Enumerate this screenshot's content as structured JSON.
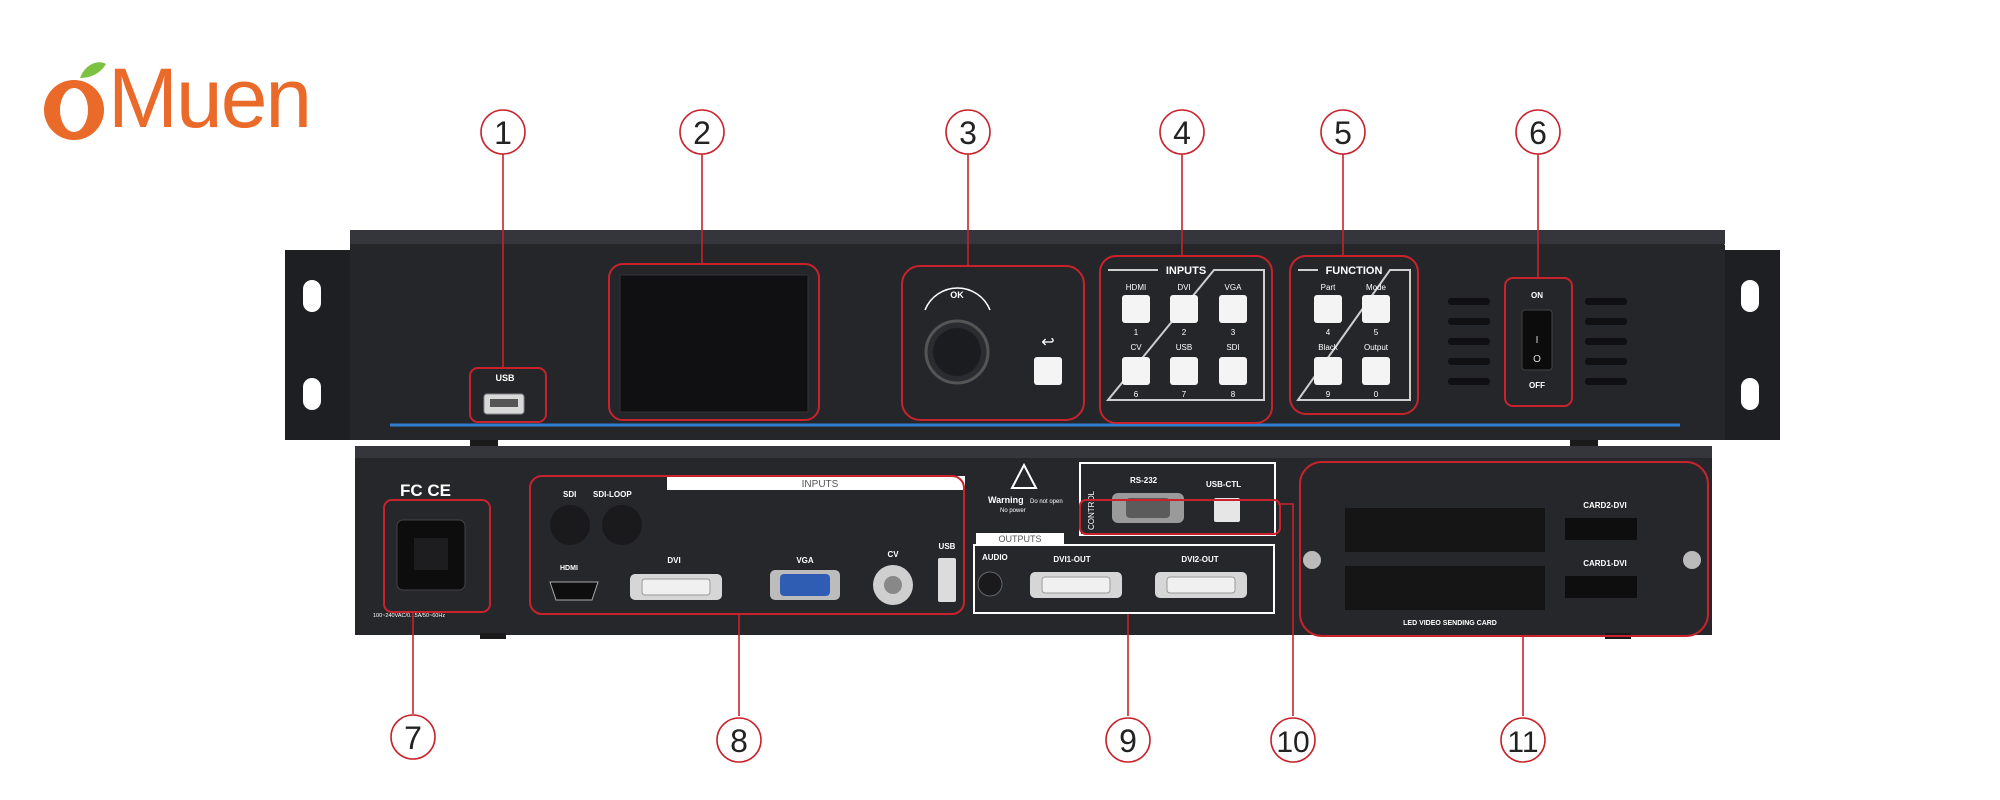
{
  "brand": {
    "name": "Muen",
    "accent": "#ea6a2a",
    "leaf": "#7cc242"
  },
  "callout_color": "#c8232c",
  "callouts": [
    "1",
    "2",
    "3",
    "4",
    "5",
    "6",
    "7",
    "8",
    "9",
    "10",
    "11"
  ],
  "front_panel": {
    "usb_label": "USB",
    "knob_label": "OK",
    "inputs_title": "INPUTS",
    "input_buttons": [
      {
        "label": "HDMI",
        "num": "1"
      },
      {
        "label": "DVI",
        "num": "2"
      },
      {
        "label": "VGA",
        "num": "3"
      },
      {
        "label": "CV",
        "num": "6"
      },
      {
        "label": "USB",
        "num": "7"
      },
      {
        "label": "SDI",
        "num": "8"
      }
    ],
    "function_title": "FUNCTION",
    "function_buttons": [
      {
        "label": "Part",
        "num": "4"
      },
      {
        "label": "Mode",
        "num": "5"
      },
      {
        "label": "Black",
        "num": "9"
      },
      {
        "label": "Output",
        "num": "0"
      }
    ],
    "power_on": "ON",
    "power_off": "OFF"
  },
  "rear_panel": {
    "certifications": "FC CE",
    "power_rating": "100~240VAC/0.15A/50~60Hz",
    "inputs_title": "INPUTS",
    "sdi": "SDI",
    "sdi_loop": "SDI-LOOP",
    "hdmi": "HDMI",
    "dvi": "DVI",
    "vga": "VGA",
    "cv": "CV",
    "usb": "USB",
    "warning_title": "Warning",
    "warning_text1": "Do not open",
    "warning_text2": "No power",
    "outputs_title": "OUTPUTS",
    "audio": "AUDIO",
    "dvi1_out": "DVI1-OUT",
    "dvi2_out": "DVI2-OUT",
    "control_title": "CONTROL",
    "rs232": "RS-232",
    "usb_ctl": "USB-CTL",
    "card2": "CARD2-DVI",
    "card1": "CARD1-DVI",
    "card_caption": "LED VIDEO SENDING CARD"
  }
}
